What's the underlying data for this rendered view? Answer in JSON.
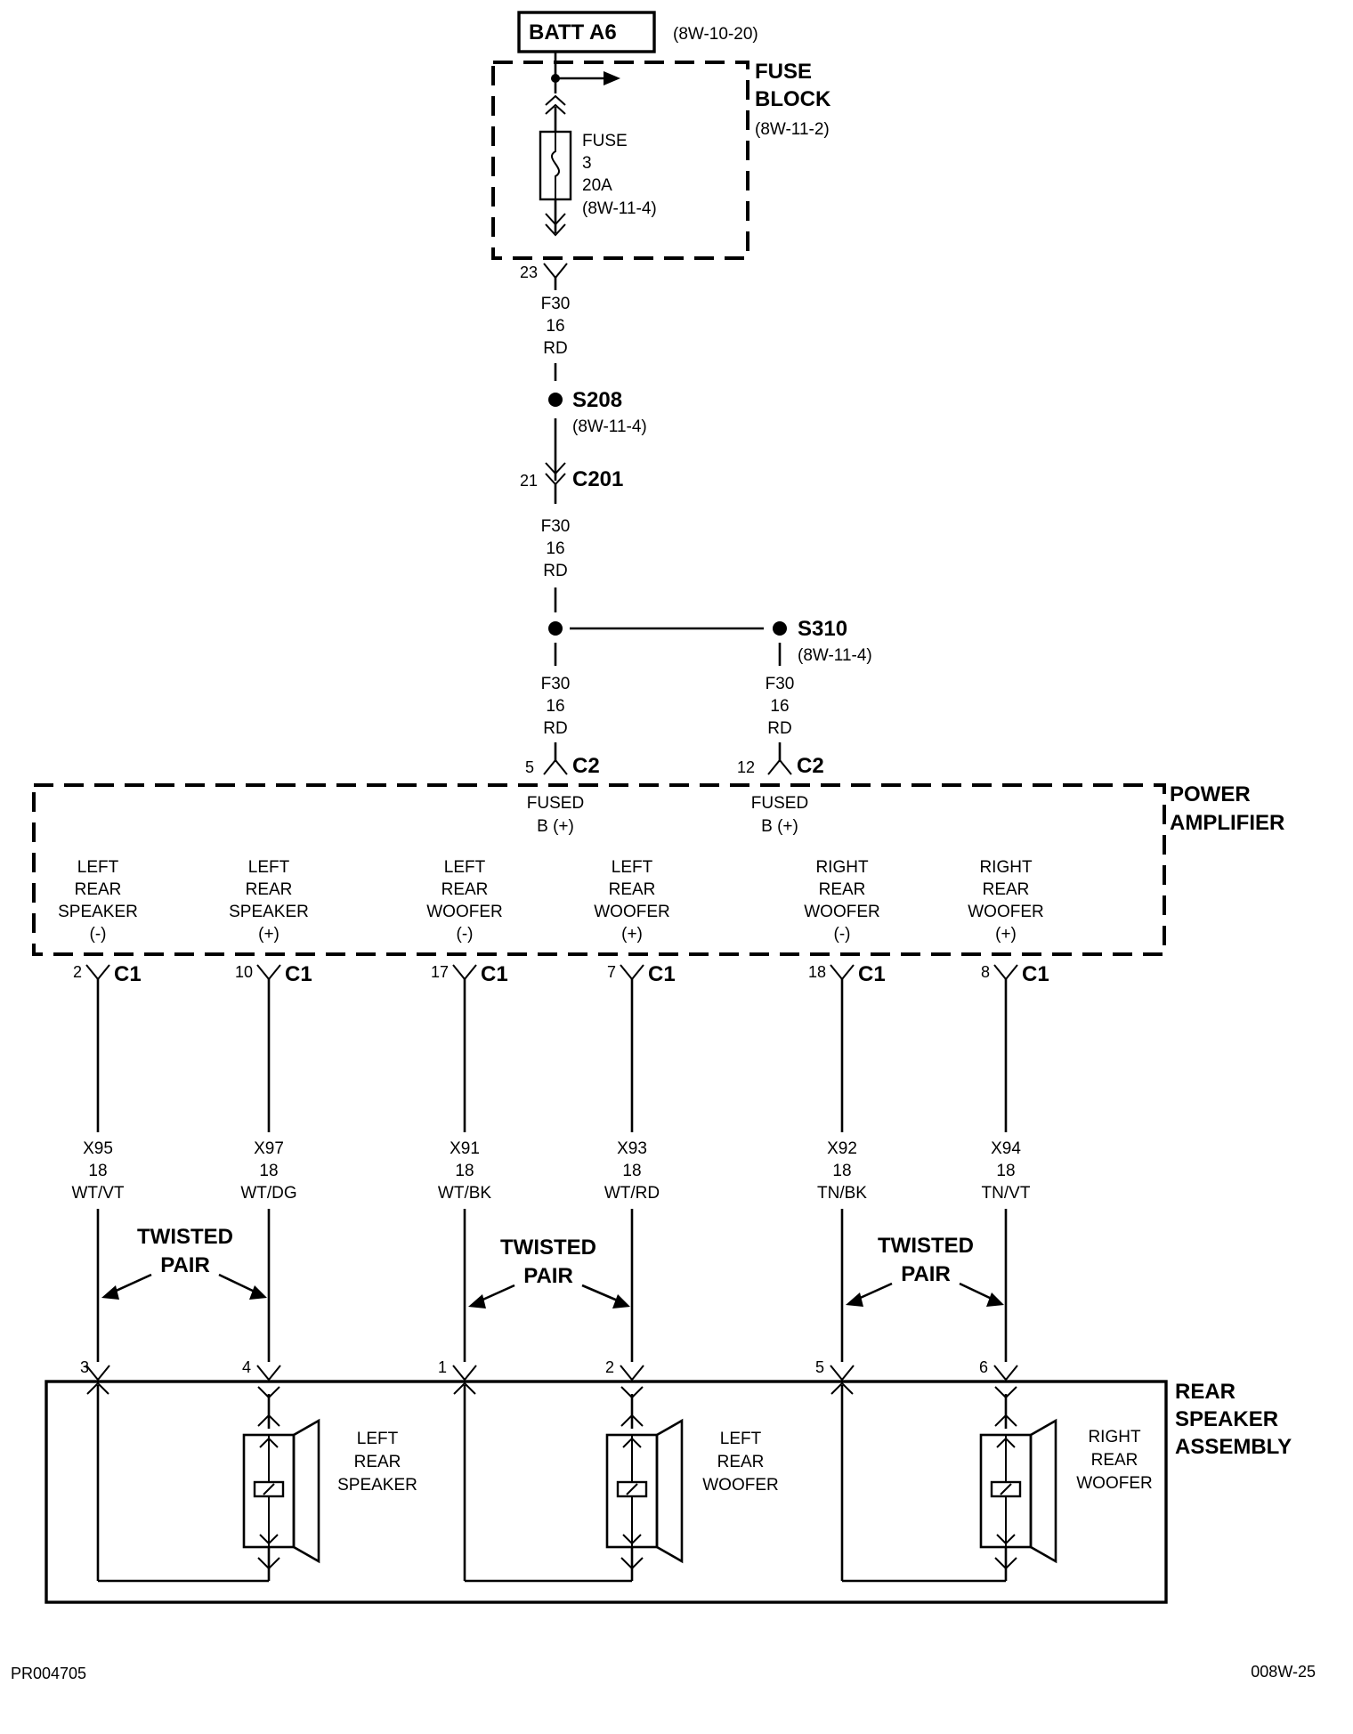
{
  "batt": {
    "label": "BATT A6",
    "ref": "(8W-10-20)"
  },
  "fuse_block": {
    "title1": "FUSE",
    "title2": "BLOCK",
    "ref": "(8W-11-2)"
  },
  "fuse": {
    "l1": "FUSE",
    "l2": "3",
    "l3": "20A",
    "ref": "(8W-11-4)"
  },
  "pin23": "23",
  "wire_f30": {
    "circuit": "F30",
    "gauge": "16",
    "color": "RD"
  },
  "s208": {
    "label": "S208",
    "ref": "(8W-11-4)"
  },
  "c201": {
    "pin": "21",
    "label": "C201"
  },
  "s310": {
    "label": "S310",
    "ref": "(8W-11-4)"
  },
  "c2": {
    "label": "C2",
    "pin_left": "5",
    "pin_right": "12",
    "fused1": "FUSED",
    "fused2": "B (+)"
  },
  "power_amp": {
    "title1": "POWER",
    "title2": "AMPLIFIER"
  },
  "amp_outputs": [
    {
      "l1": "LEFT",
      "l2": "REAR",
      "l3": "SPEAKER",
      "l4": "(-)",
      "pin": "2",
      "conn": "C1",
      "wire": "X95",
      "gauge": "18",
      "color": "WT/VT",
      "spk_pin": "3"
    },
    {
      "l1": "LEFT",
      "l2": "REAR",
      "l3": "SPEAKER",
      "l4": "(+)",
      "pin": "10",
      "conn": "C1",
      "wire": "X97",
      "gauge": "18",
      "color": "WT/DG",
      "spk_pin": "4"
    },
    {
      "l1": "LEFT",
      "l2": "REAR",
      "l3": "WOOFER",
      "l4": "(-)",
      "pin": "17",
      "conn": "C1",
      "wire": "X91",
      "gauge": "18",
      "color": "WT/BK",
      "spk_pin": "1"
    },
    {
      "l1": "LEFT",
      "l2": "REAR",
      "l3": "WOOFER",
      "l4": "(+)",
      "pin": "7",
      "conn": "C1",
      "wire": "X93",
      "gauge": "18",
      "color": "WT/RD",
      "spk_pin": "2"
    },
    {
      "l1": "RIGHT",
      "l2": "REAR",
      "l3": "WOOFER",
      "l4": "(-)",
      "pin": "18",
      "conn": "C1",
      "wire": "X92",
      "gauge": "18",
      "color": "TN/BK",
      "spk_pin": "5"
    },
    {
      "l1": "RIGHT",
      "l2": "REAR",
      "l3": "WOOFER",
      "l4": "(+)",
      "pin": "8",
      "conn": "C1",
      "wire": "X94",
      "gauge": "18",
      "color": "TN/VT",
      "spk_pin": "6"
    }
  ],
  "twisted": {
    "l1": "TWISTED",
    "l2": "PAIR"
  },
  "rear_assembly": {
    "title1": "REAR",
    "title2": "SPEAKER",
    "title3": "ASSEMBLY"
  },
  "speakers": [
    {
      "l1": "LEFT",
      "l2": "REAR",
      "l3": "SPEAKER"
    },
    {
      "l1": "LEFT",
      "l2": "REAR",
      "l3": "WOOFER"
    },
    {
      "l1": "RIGHT",
      "l2": "REAR",
      "l3": "WOOFER"
    }
  ],
  "footer": {
    "left": "PR004705",
    "right": "008W-25"
  }
}
